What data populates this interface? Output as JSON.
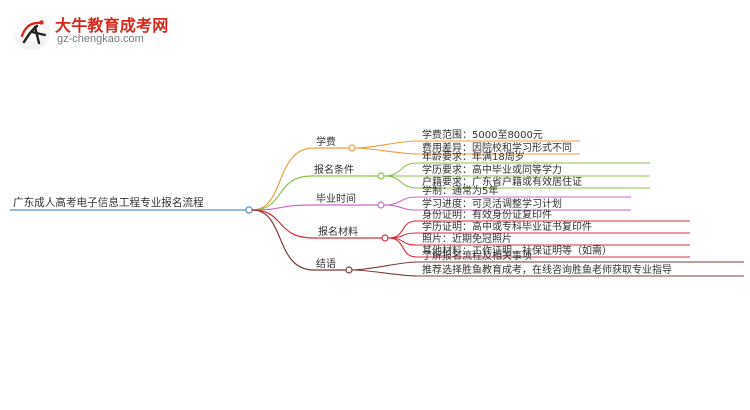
{
  "site": {
    "title": "大牛教育成考网",
    "url": "gz-chengkao.com"
  },
  "mindmap": {
    "root": "广东成人高考电子信息工程专业报名流程",
    "branches": [
      {
        "label": "学费",
        "color": "#f39c3d",
        "children": [
          "学费范围：5000至8000元",
          "费用差异：因院校和学习形式不同"
        ]
      },
      {
        "label": "报名条件",
        "color": "#8bc34a",
        "children": [
          "年龄要求：年满18周岁",
          "学历要求：高中毕业或同等学力",
          "户籍要求：广东省户籍或有效居住证"
        ]
      },
      {
        "label": "毕业时间",
        "color": "#ce67c8",
        "children": [
          "学制：通常为5年",
          "学习进度：可灵活调整学习计划"
        ]
      },
      {
        "label": "报名材料",
        "color": "#dc2d3e",
        "children": [
          "身份证明：有效身份证复印件",
          "学历证明：高中或专科毕业证书复印件",
          "照片：近期免冠照片",
          "其他材料：工作证明、社保证明等（如需）"
        ]
      },
      {
        "label": "结语",
        "color": "#7c3b3b",
        "children": [
          "了解报名流程及相关事项",
          "推荐选择胜鱼教育成考，在线咨询胜鱼老师获取专业指导"
        ]
      }
    ]
  },
  "colors": {
    "root_underline": "#5b8fd1",
    "brand_red": "#d6281f"
  },
  "icons": {
    "logo": "niu-logo-icon"
  }
}
